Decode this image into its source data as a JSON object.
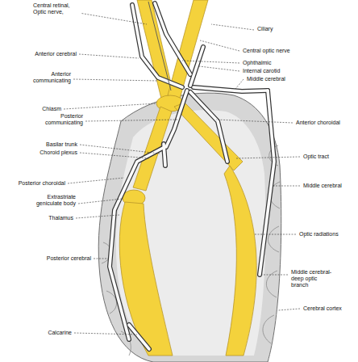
{
  "diagram": {
    "labels": [
      "Central retinal, Optic nerve,",
      "Ciliary",
      "Anterior cerebral",
      "Central optic nerve",
      "Ophthalmic",
      "Anterior communicating",
      "Internal carotid",
      "Middle cerebral",
      "Chiasm",
      "Posterior communicating",
      "Anterior choroidal",
      "Basilar trunk",
      "Choroid plexus",
      "Optic tract",
      "Posterior choroidal",
      "Middle cerebral",
      "Extrastriate geniculate body",
      "Thalamus",
      "Optic radiations",
      "Posterior cerebral",
      "Middle cerebral-deep optic branch",
      "Cerebral cortex",
      "Calcarine"
    ]
  }
}
